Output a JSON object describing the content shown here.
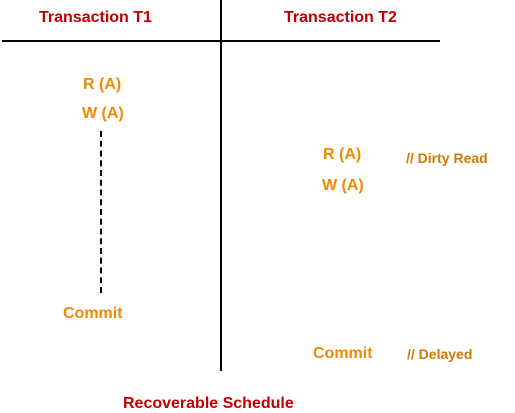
{
  "headers": {
    "t1": "Transaction T1",
    "t2": "Transaction T2"
  },
  "t1_ops": {
    "read": "R (A)",
    "write": "W (A)",
    "commit": "Commit"
  },
  "t2_ops": {
    "read": "R (A)",
    "write": "W (A)",
    "commit": "Commit"
  },
  "notes": {
    "dirty_read": "// Dirty Read",
    "delayed": "// Delayed"
  },
  "caption": "Recoverable Schedule",
  "colors": {
    "header": "#c00000",
    "operation": "#f08a00",
    "note": "#d07800",
    "lines": "#000000"
  }
}
